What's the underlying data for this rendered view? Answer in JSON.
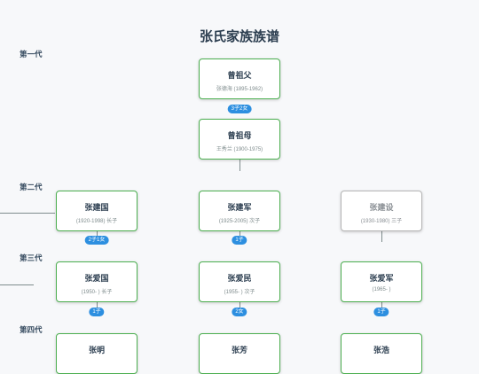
{
  "title": "张氏家族族谱",
  "generations": [
    "第一代",
    "第二代",
    "第三代",
    "第四代"
  ],
  "nodes": [
    {
      "name": "曾祖父",
      "info": "张德海 (1895-1962)"
    },
    {
      "name": "曾祖母",
      "info": "王秀兰 (1900-1975)"
    },
    {
      "name": "张建国",
      "info": "(1920-1998) 长子"
    },
    {
      "name": "张建军",
      "info": "(1925-2005) 次子"
    },
    {
      "name": "张建设",
      "info": "(1930-1980) 三子"
    },
    {
      "name": "张爱国",
      "info": "(1950- ) 长子"
    },
    {
      "name": "张爱民",
      "info": "(1955- ) 次子"
    },
    {
      "name": "张爱军",
      "info": "(1965- )"
    },
    {
      "name": "张明",
      "info": ""
    },
    {
      "name": "张芳",
      "info": ""
    },
    {
      "name": "张浩",
      "info": ""
    }
  ],
  "badges": [
    "3子2女",
    "2子1女",
    "1子",
    "1子",
    "2女",
    "1子"
  ],
  "colors": {
    "active_border": "#4caf50",
    "inactive_border": "#b5b5b5",
    "badge": "#2d8fe0"
  }
}
